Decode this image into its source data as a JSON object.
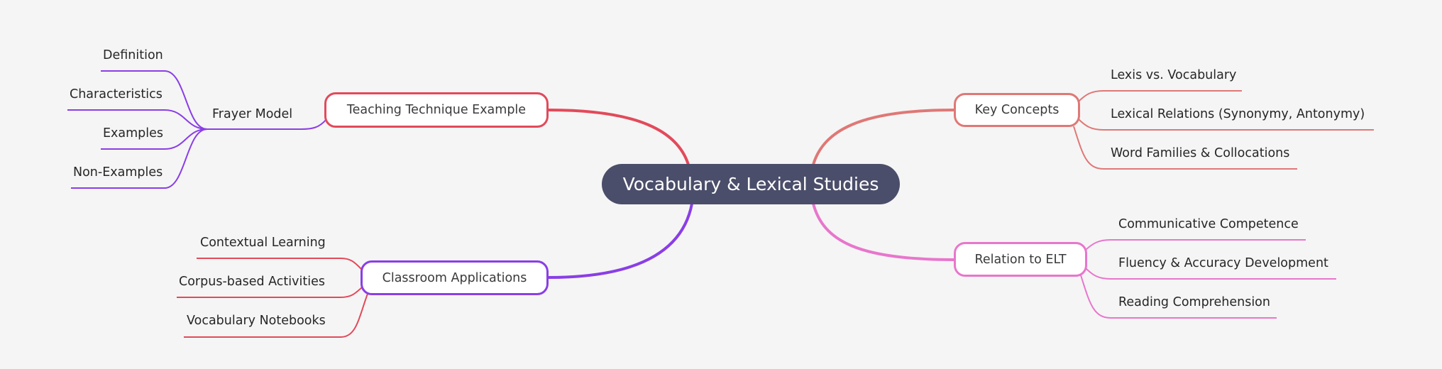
{
  "root": {
    "label": "Vocabulary & Lexical Studies",
    "color": "#4b4e6a"
  },
  "branches": [
    {
      "id": "teaching",
      "label": "Teaching Technique Example",
      "color": "#e24a5a",
      "side": "left",
      "children": [
        {
          "label": "Frayer Model",
          "color": "#8a3ee6",
          "children": [
            {
              "label": "Definition"
            },
            {
              "label": "Characteristics"
            },
            {
              "label": "Examples"
            },
            {
              "label": "Non-Examples"
            }
          ]
        }
      ]
    },
    {
      "id": "classroom",
      "label": "Classroom Applications",
      "color": "#8a3ee6",
      "side": "left",
      "children": [
        {
          "label": "Contextual Learning",
          "color": "#e24a5a"
        },
        {
          "label": "Corpus-based Activities",
          "color": "#e24a5a"
        },
        {
          "label": "Vocabulary Notebooks",
          "color": "#e24a5a"
        }
      ]
    },
    {
      "id": "key-concepts",
      "label": "Key Concepts",
      "color": "#df7876",
      "side": "right",
      "children": [
        {
          "label": "Lexis vs. Vocabulary"
        },
        {
          "label": "Lexical Relations (Synonymy, Antonymy)"
        },
        {
          "label": "Word Families & Collocations"
        }
      ]
    },
    {
      "id": "relation-elt",
      "label": "Relation to ELT",
      "color": "#e876cc",
      "side": "right",
      "children": [
        {
          "label": "Communicative Competence"
        },
        {
          "label": "Fluency & Accuracy Development"
        },
        {
          "label": "Reading Comprehension"
        }
      ]
    }
  ]
}
